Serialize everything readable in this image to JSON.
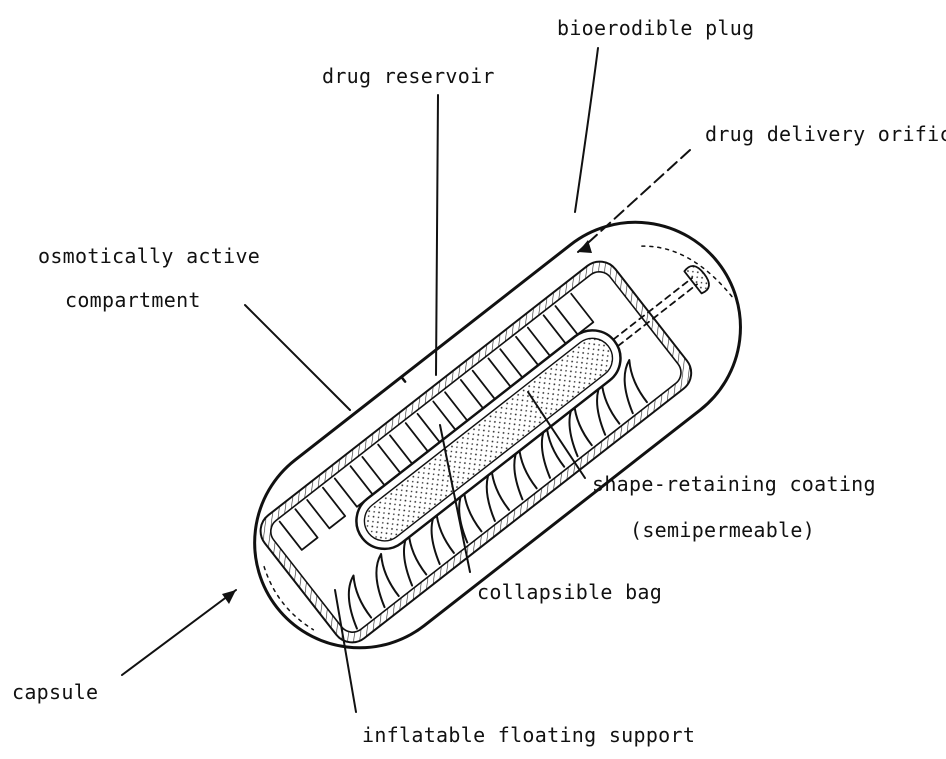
{
  "labels": {
    "bioerodible_plug": "bioerodible plug",
    "drug_reservoir": "drug reservoir",
    "drug_delivery_orifice": "drug delivery orifice",
    "osmotic_line1": "osmotically active",
    "osmotic_line2": "compartment",
    "shape_line1": "shape-retaining coating",
    "shape_line2": "(semipermeable)",
    "collapsible_bag": "collapsible bag",
    "capsule": "capsule",
    "inflatable_support": "inflatable floating support"
  }
}
